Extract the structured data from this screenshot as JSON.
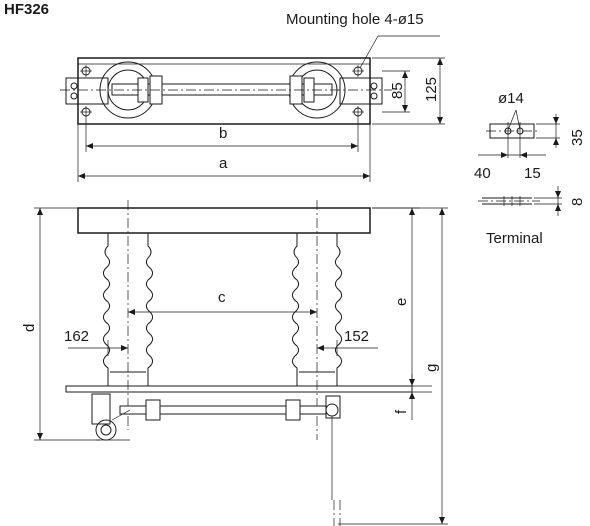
{
  "model": "HF326",
  "labels": {
    "mounting_hole": "Mounting hole 4-ø15",
    "dim_85": "85",
    "dim_125": "125",
    "dim_a": "a",
    "dim_b": "b",
    "dim_c": "c",
    "dim_d": "d",
    "dim_e": "e",
    "dim_f": "f",
    "dim_g": "g",
    "dim_162": "162",
    "dim_152": "152",
    "terminal_hole": "ø14",
    "terminal_35": "35",
    "terminal_40": "40",
    "terminal_15": "15",
    "terminal_8": "8",
    "terminal": "Terminal"
  }
}
